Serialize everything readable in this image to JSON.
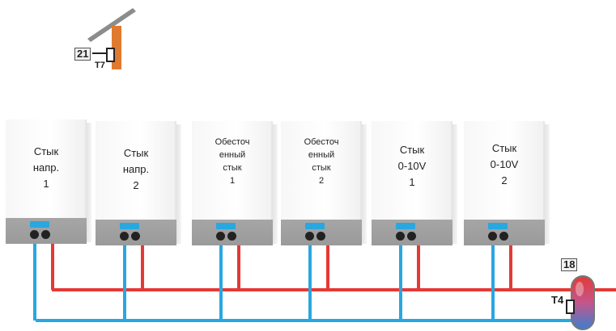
{
  "solar": {
    "sensor_number": "21",
    "sensor_label": "T7"
  },
  "boilers": [
    {
      "label": "Стык\nнапр.\n1"
    },
    {
      "label": "Стык\nнапр.\n2"
    },
    {
      "label": "Обесточ\nенный\nстык\n1"
    },
    {
      "label": "Обесточ\nенный\nстык\n2"
    },
    {
      "label": "Стык\n0-10V\n1"
    },
    {
      "label": "Стык\n0-10V\n2"
    }
  ],
  "tank": {
    "sensor_number": "18",
    "sensor_label": "T4"
  },
  "colors": {
    "supply": "#e53935",
    "return": "#29a7e0",
    "roof": "#8c8c8c",
    "chimney": "#e07a2e"
  }
}
